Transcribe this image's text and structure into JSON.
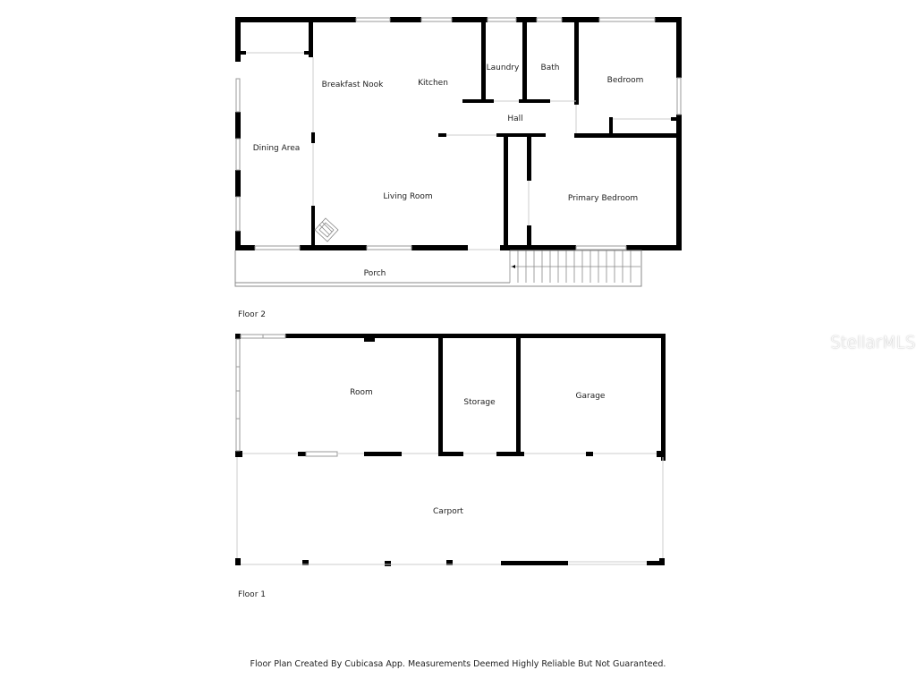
{
  "floor2": {
    "label": "Floor 2",
    "rooms": {
      "breakfast_nook": "Breakfast Nook",
      "kitchen": "Kitchen",
      "laundry": "Laundry",
      "bath": "Bath",
      "bedroom": "Bedroom",
      "hall": "Hall",
      "dining_area": "Dining Area",
      "living_room": "Living Room",
      "primary_bedroom": "Primary Bedroom",
      "porch": "Porch"
    }
  },
  "floor1": {
    "label": "Floor 1",
    "rooms": {
      "room": "Room",
      "storage": "Storage",
      "garage": "Garage",
      "carport": "Carport"
    }
  },
  "watermark": "StellarMLS",
  "footer": "Floor Plan Created By Cubicasa App. Measurements Deemed Highly Reliable But Not Guaranteed.",
  "colors": {
    "wall": "#000000",
    "window": "#9a9a9a",
    "background": "#ffffff"
  }
}
